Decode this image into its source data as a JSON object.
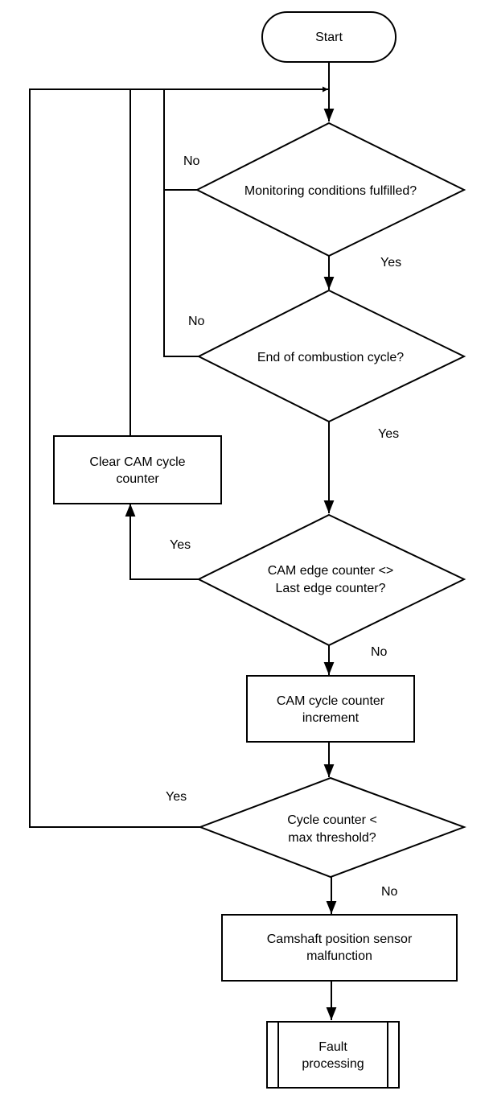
{
  "nodes": {
    "start": {
      "label": "Start"
    },
    "d_monitor": {
      "label": "Monitoring conditions fulfilled?"
    },
    "d_end_cycle": {
      "label": "End of combustion cycle?"
    },
    "clear_counter": {
      "lines": [
        "Clear CAM cycle",
        "counter"
      ]
    },
    "d_edge": {
      "lines": [
        "CAM edge counter <>",
        "Last edge counter?"
      ]
    },
    "increment": {
      "lines": [
        "CAM cycle counter",
        "increment"
      ]
    },
    "d_threshold": {
      "lines": [
        "Cycle counter <",
        "max threshold?"
      ]
    },
    "malfunction": {
      "lines": [
        "Camshaft position sensor",
        "malfunction"
      ]
    },
    "fault": {
      "lines": [
        "Fault",
        "processing"
      ]
    }
  },
  "edges": {
    "monitor_no": "No",
    "monitor_yes": "Yes",
    "end_no": "No",
    "end_yes": "Yes",
    "edge_yes": "Yes",
    "edge_no": "No",
    "threshold_yes": "Yes",
    "threshold_no": "No"
  }
}
